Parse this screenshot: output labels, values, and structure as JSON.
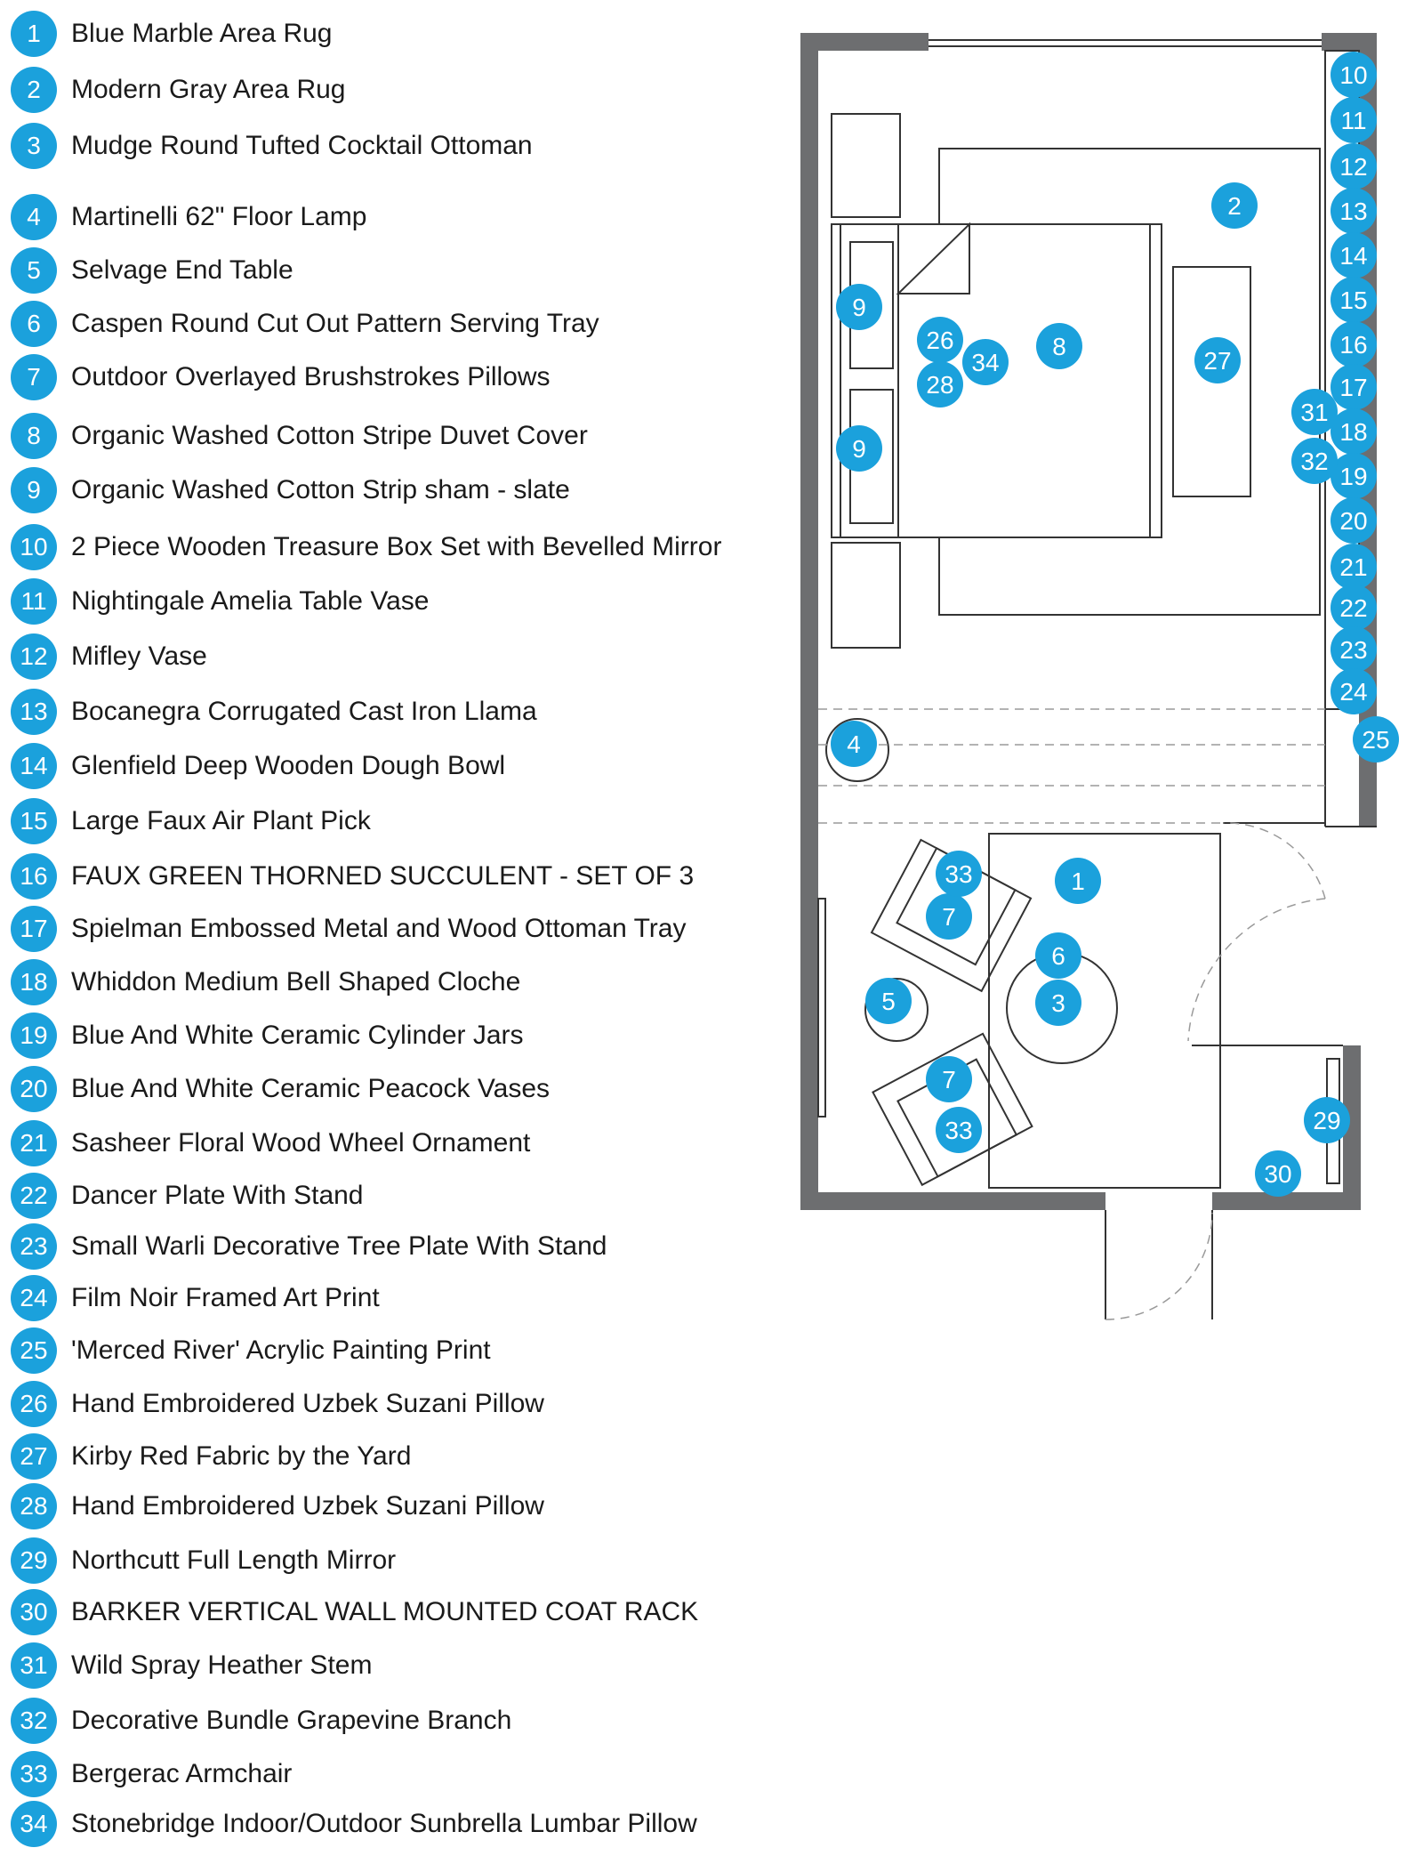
{
  "legend": [
    {
      "num": "1",
      "label": "Blue Marble Area Rug"
    },
    {
      "num": "2",
      "label": "Modern Gray Area Rug"
    },
    {
      "num": "3",
      "label": "Mudge Round Tufted Cocktail Ottoman"
    },
    {
      "num": "4",
      "label": "Martinelli 62\" Floor Lamp"
    },
    {
      "num": "5",
      "label": "Selvage End Table"
    },
    {
      "num": "6",
      "label": "Caspen Round Cut Out Pattern Serving Tray"
    },
    {
      "num": "7",
      "label": "Outdoor Overlayed Brushstrokes Pillows"
    },
    {
      "num": "8",
      "label": "Organic Washed Cotton Stripe Duvet Cover"
    },
    {
      "num": "9",
      "label": "Organic Washed Cotton Strip sham - slate"
    },
    {
      "num": "10",
      "label": "2 Piece Wooden Treasure Box Set with Bevelled Mirror"
    },
    {
      "num": "11",
      "label": "Nightingale Amelia Table Vase"
    },
    {
      "num": "12",
      "label": "Mifley Vase"
    },
    {
      "num": "13",
      "label": "Bocanegra Corrugated Cast Iron Llama"
    },
    {
      "num": "14",
      "label": "Glenfield Deep Wooden Dough Bowl"
    },
    {
      "num": "15",
      "label": "Large Faux Air Plant Pick"
    },
    {
      "num": "16",
      "label": "FAUX GREEN THORNED SUCCULENT - SET OF 3"
    },
    {
      "num": "17",
      "label": "Spielman Embossed Metal and Wood Ottoman Tray"
    },
    {
      "num": "18",
      "label": "Whiddon Medium Bell Shaped Cloche"
    },
    {
      "num": "19",
      "label": "Blue And White Ceramic Cylinder Jars"
    },
    {
      "num": "20",
      "label": "Blue And White Ceramic Peacock Vases"
    },
    {
      "num": "21",
      "label": "Sasheer Floral Wood Wheel Ornament"
    },
    {
      "num": "22",
      "label": "Dancer Plate With Stand"
    },
    {
      "num": "23",
      "label": "Small Warli Decorative Tree Plate With Stand"
    },
    {
      "num": "24",
      "label": "Film Noir Framed Art Print"
    },
    {
      "num": "25",
      "label": "'Merced River' Acrylic Painting Print"
    },
    {
      "num": "26",
      "label": "Hand Embroidered Uzbek Suzani Pillow"
    },
    {
      "num": "27",
      "label": "Kirby Red Fabric by the Yard"
    },
    {
      "num": "28",
      "label": "Hand Embroidered Uzbek Suzani Pillow"
    },
    {
      "num": "29",
      "label": "Northcutt Full Length Mirror"
    },
    {
      "num": "30",
      "label": "BARKER VERTICAL WALL MOUNTED COAT RACK"
    },
    {
      "num": "31",
      "label": "Wild Spray Heather Stem"
    },
    {
      "num": "32",
      "label": "Decorative Bundle Grapevine Branch"
    },
    {
      "num": "33",
      "label": "Bergerac Armchair"
    },
    {
      "num": "34",
      "label": "Stonebridge Indoor/Outdoor Sunbrella Lumbar Pillow"
    }
  ],
  "plan_markers": [
    "1",
    "2",
    "3",
    "4",
    "5",
    "6",
    "7",
    "7",
    "8",
    "9",
    "9",
    "10",
    "11",
    "12",
    "13",
    "14",
    "15",
    "16",
    "17",
    "18",
    "19",
    "20",
    "21",
    "22",
    "23",
    "24",
    "25",
    "26",
    "27",
    "28",
    "29",
    "30",
    "31",
    "32",
    "33",
    "33",
    "34"
  ],
  "colors": {
    "badge": "#1ba1dc",
    "wall": "#6d6e70",
    "line": "#333333",
    "text": "#1a1a1a"
  }
}
